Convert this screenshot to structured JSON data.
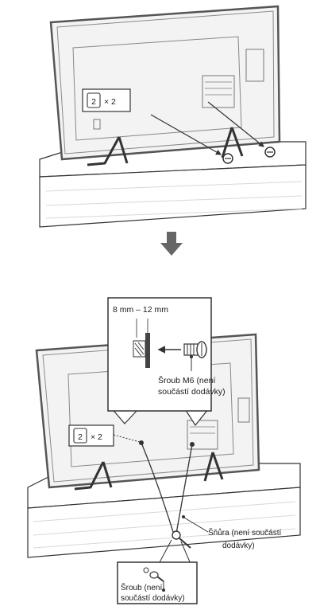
{
  "step1": {
    "part_badge": "2",
    "quantity": "× 2"
  },
  "step2": {
    "callout_dimension": "8 mm – 12 mm",
    "screw_m6_line1": "Šroub M6 (není",
    "screw_m6_line2": "součástí dodávky)",
    "part_badge": "2",
    "quantity": "× 2",
    "cord_line1": "Šňůra (není součástí",
    "cord_line2": "dodávky)",
    "screw_line1": "Šroub (není",
    "screw_line2": "součástí dodávky)"
  },
  "colors": {
    "line": "#333333",
    "tv_fill": "#f2f2f2",
    "bezel": "#6b6b6b",
    "arrow": "#666666",
    "box_fill": "#ffffff"
  }
}
